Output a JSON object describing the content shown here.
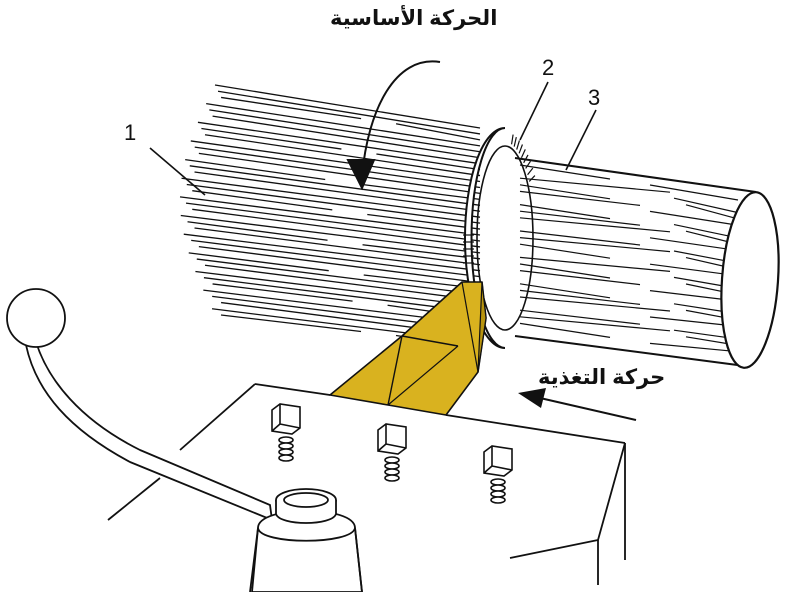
{
  "labels": {
    "primary_motion": "الحركة الأساسية",
    "feed_motion": "حركة التغذية",
    "part_1": "1",
    "part_2": "2",
    "part_3": "3"
  },
  "colors": {
    "tool": "#D9B21F",
    "tool_dark": "#B8940F",
    "ink": "#111111",
    "background": "#FFFFFF"
  }
}
